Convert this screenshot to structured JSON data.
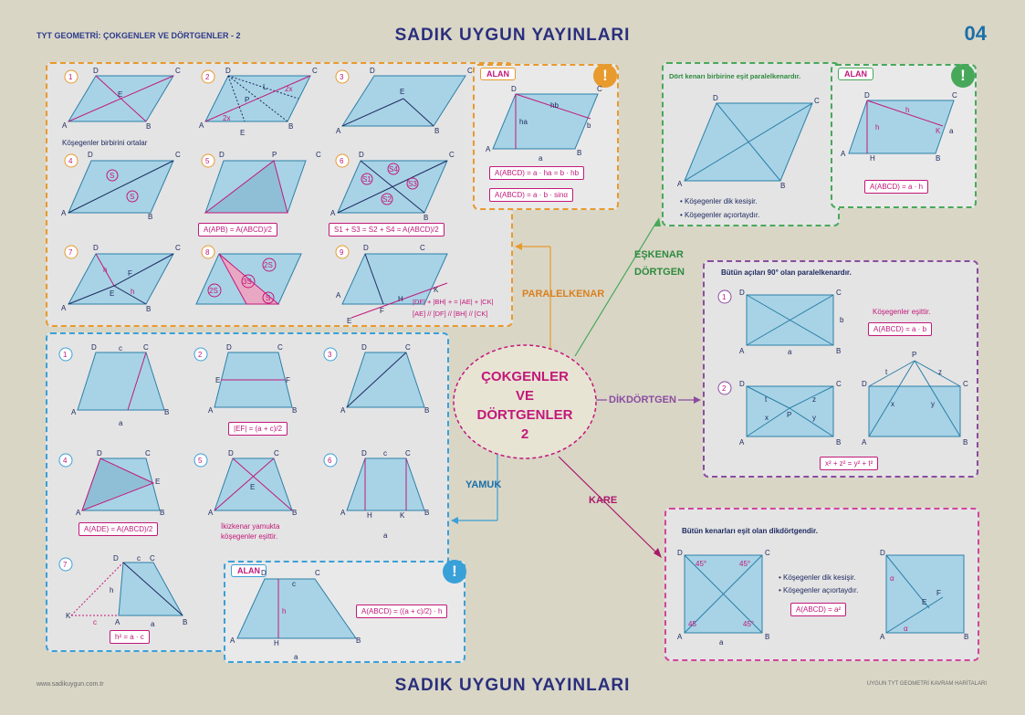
{
  "header": {
    "topic": "TYT GEOMETRİ: ÇOKGENLER VE DÖRTGENLER - 2",
    "publisher": "SADIK UYGUN YAYINLARI",
    "page_number": "04"
  },
  "footer": {
    "website": "www.sadikuygun.com.tr",
    "publisher": "SADIK UYGUN YAYINLARI",
    "series": "UYGUN TYT GEOMETRİ KAVRAM HARİTALARI"
  },
  "center": {
    "line1": "ÇOKGENLER",
    "line2": "VE",
    "line3": "DÖRTGENLER",
    "line4": "2"
  },
  "branches": {
    "paralelkenar": "PARALELKENAR",
    "eskenar_line1": "EŞKENAR",
    "eskenar_line2": "DÖRTGEN",
    "dikdortgen": "DİKDÖRTGEN",
    "yamuk": "YAMUK",
    "kare": "KARE"
  },
  "paralelkenar": {
    "area_tag": "ALAN",
    "diagonals_note": "Köşegenler birbirini ortalar",
    "f_area1": "A(ABCD) = a · ha = b · hb",
    "f_area2": "A(ABCD) = a · b · sinα",
    "f5": "A(APB) = A(ABCD)/2",
    "f6": "S1 + S3 = S2 + S4 = A(ABCD)/2",
    "f9a": "|DF| + |BH| + = |AE| + |CK|",
    "f9b": "[AE] // [DF] // [BH] // [CK]"
  },
  "eskenar": {
    "title": "Dört kenarı birbirine eşit paralelkenardır.",
    "area_tag": "ALAN",
    "prop1": "• Köşegenler dik kesişir.",
    "prop2": "• Köşegenler açıortaydır.",
    "f_area": "A(ABCD) = a · h"
  },
  "dikdortgen": {
    "title": "Bütün açıları 90° olan paralelkenardır.",
    "prop": "Köşegenler eşittir.",
    "f_area": "A(ABCD) = a · b",
    "f_british": "x² + z² = y² + t²"
  },
  "yamuk": {
    "area_tag": "ALAN",
    "f2": "|EF| = (a + c)/2",
    "f4": "A(ADE) = A(ABCD)/2",
    "note5_line1": "İkizkenar yamukta",
    "note5_line2": "köşegenler eşittir.",
    "f7": "h² = a · c",
    "f_area": "A(ABCD) = ((a + c)/2) · h"
  },
  "kare": {
    "title": "Bütün kenarları eşit olan dikdörtgendir.",
    "prop1": "• Köşegenler dik kesişir.",
    "prop2": "• Köşegenler açıortaydır.",
    "f_area": "A(ABCD) = a²"
  },
  "colors": {
    "orange": "#e89a2d",
    "blue": "#3aa0d8",
    "green": "#48a85a",
    "purple": "#8a4ca0",
    "pink": "#d2449c",
    "shape_fill": "#a8d3e6",
    "accent_text": "#c2187a"
  },
  "icons": [
    "exclamation-badge-icon"
  ]
}
